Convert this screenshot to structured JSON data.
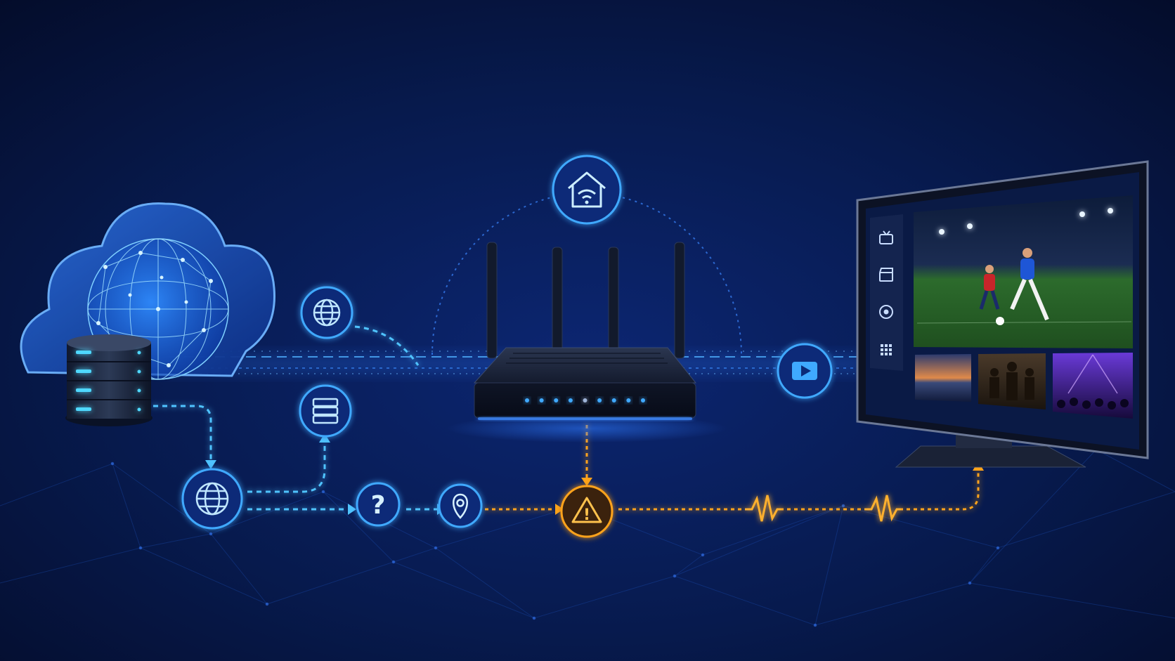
{
  "colors": {
    "background_top": "#061233",
    "background_bottom": "#0a1f5c",
    "accent_blue": "#3fa9ff",
    "glow_blue": "#1e6cff",
    "warning_orange": "#ffa31a",
    "icon_ring_fill": "#0b2a78"
  },
  "nodes": {
    "cloud": {
      "icon": "cloud-network-icon"
    },
    "database": {
      "icon": "database-server-icon"
    },
    "globe_upper": {
      "icon": "globe-icon"
    },
    "server_stack": {
      "icon": "server-stack-icon"
    },
    "globe_lower": {
      "icon": "globe-icon"
    },
    "question": {
      "icon": "question-icon",
      "glyph": "?"
    },
    "location": {
      "icon": "location-pin-icon"
    },
    "warning": {
      "icon": "warning-triangle-icon",
      "glyph": "!"
    },
    "home_wifi": {
      "icon": "home-wifi-icon"
    },
    "router": {
      "icon": "wifi-router-icon",
      "led_count": 9
    },
    "play": {
      "icon": "play-icon"
    },
    "tv": {
      "icon": "smart-tv-icon",
      "sidebar_icons": [
        "tv-icon",
        "clapperboard-icon",
        "record-icon",
        "grid-apps-icon"
      ],
      "hero": "stadium-football-match-thumbnail",
      "thumbnails": [
        "sunset-sea-thumbnail",
        "movie-cast-thumbnail",
        "concert-crowd-thumbnail"
      ]
    },
    "signal_pulses": {
      "icon": "signal-pulse-icon",
      "count": 2
    }
  }
}
